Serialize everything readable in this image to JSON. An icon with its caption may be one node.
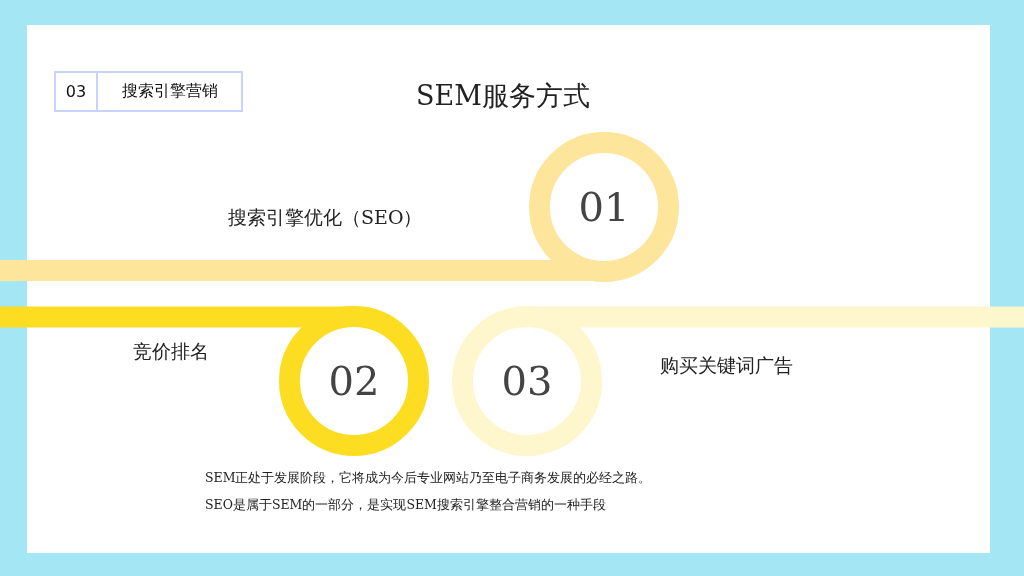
{
  "diagram": {
    "title": "SEM服务方式",
    "nodes": [
      {
        "text": [
          "03",
          "搜索引擎营销"
        ]
      },
      {
        "text": [
          "01"
        ]
      },
      {
        "text": [
          "02"
        ]
      },
      {
        "text": [
          "03"
        ]
      }
    ],
    "labels": [
      "搜索引擎优化（SEO）",
      "竞价排名",
      "购买关键词广告",
      "SEM正处于发展阶段，它将成为今后专业网站乃至电子商务发展的必经之路。",
      "SEO是属于SEM的一部分，是实现SEM搜索引擎整合营销的一种手段"
    ]
  }
}
